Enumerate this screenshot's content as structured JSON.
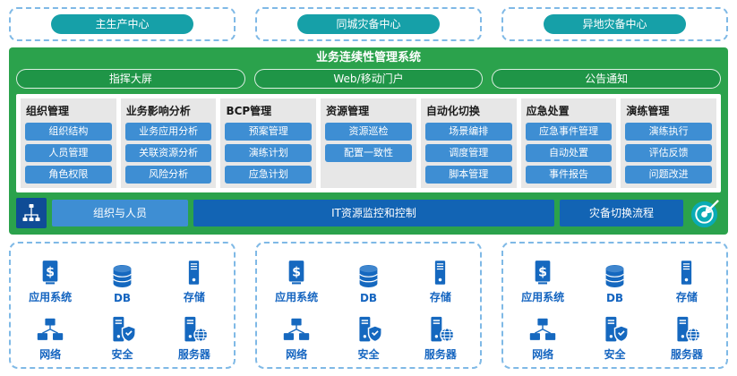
{
  "centers": [
    {
      "label": "主生产中心"
    },
    {
      "label": "同城灾备中心"
    },
    {
      "label": "异地灾备中心"
    }
  ],
  "system": {
    "title": "业务连续性管理系统",
    "portals": [
      "指挥大屏",
      "Web/移动门户",
      "公告通知"
    ],
    "modules": [
      {
        "title": "组织管理",
        "items": [
          "组织结构",
          "人员管理",
          "角色权限"
        ]
      },
      {
        "title": "业务影响分析",
        "items": [
          "业务应用分析",
          "关联资源分析",
          "风险分析"
        ]
      },
      {
        "title": "BCP管理",
        "items": [
          "预案管理",
          "演练计划",
          "应急计划"
        ]
      },
      {
        "title": "资源管理",
        "items": [
          "资源巡检",
          "配置一致性"
        ]
      },
      {
        "title": "自动化切换",
        "items": [
          "场景编排",
          "调度管理",
          "脚本管理"
        ]
      },
      {
        "title": "应急处置",
        "items": [
          "应急事件管理",
          "自动处置",
          "事件报告"
        ]
      },
      {
        "title": "演练管理",
        "items": [
          "演练执行",
          "评估反馈",
          "问题改进"
        ]
      }
    ]
  },
  "bars": {
    "left": {
      "label": "组织与人员",
      "icon": "org-chart-icon"
    },
    "center": {
      "label": "IT资源监控和控制"
    },
    "right": {
      "label": "灾备切换流程",
      "icon": "target-arrow-icon"
    }
  },
  "infrastructure": {
    "group_count": 3,
    "items": [
      {
        "label": "应用系统",
        "icon": "app-system-icon"
      },
      {
        "label": "DB",
        "icon": "database-icon"
      },
      {
        "label": "存储",
        "icon": "storage-icon"
      },
      {
        "label": "网络",
        "icon": "network-icon"
      },
      {
        "label": "安全",
        "icon": "security-shield-icon"
      },
      {
        "label": "服务器",
        "icon": "server-globe-icon"
      }
    ]
  },
  "colors": {
    "teal_pill": "#16A0A8",
    "green_panel": "#2BA24C",
    "green_button": "#1F9547",
    "blue_item": "#3E8ED3",
    "deep_blue_bar": "#1264B4",
    "navy_icon_square": "#0F4C96",
    "icon_blue": "#1568BF",
    "label_blue": "#1565C0",
    "column_gray": "#E7E7E7",
    "dashed_border": "#7FB9E6",
    "target_teal": "#0AABB5"
  }
}
